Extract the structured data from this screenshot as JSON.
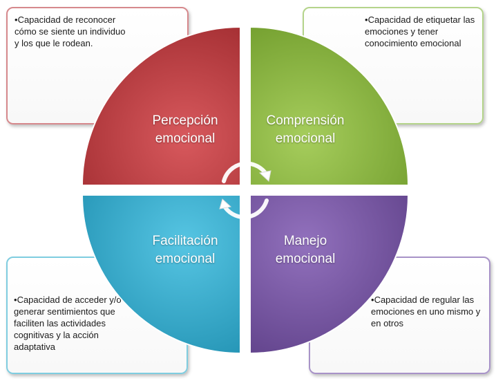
{
  "quadrants": [
    {
      "line1": "Percepción",
      "line2": "emocional",
      "color": "#c0393d",
      "color_light": "#d8595d",
      "color_dark": "#9e2a2e"
    },
    {
      "line1": "Comprensión",
      "line2": "emocional",
      "color": "#8cb840",
      "color_light": "#a6cd5c",
      "color_dark": "#6e9a2a"
    },
    {
      "line1": "Facilitación",
      "line2": "emocional",
      "color": "#2fb0d4",
      "color_light": "#56c5e3",
      "color_dark": "#1f8fb0"
    },
    {
      "line1": "Manejo",
      "line2": "emocional",
      "color": "#7a55a8",
      "color_light": "#9271bd",
      "color_dark": "#5c3e86"
    }
  ],
  "descriptions": {
    "percepcion": "Capacidad de reconocer cómo se siente un individuo y los que le rodean.",
    "comprension": "Capacidad de etiquetar las emociones y tener conocimiento emocional",
    "facilitacion": "Capacidad de acceder y/o generar sentimientos que faciliten las actividades cognitivas y la acción adaptativa",
    "manejo": "Capacidad de regular las emociones en uno mismo y en otros"
  }
}
